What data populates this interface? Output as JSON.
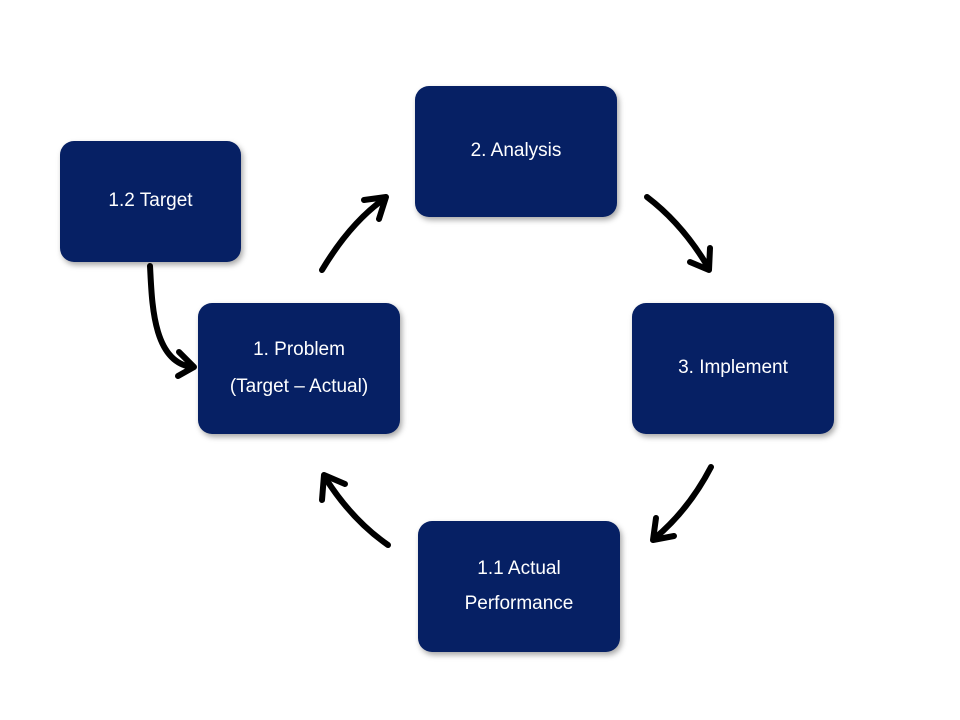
{
  "diagram": {
    "nodes": {
      "target": {
        "label": "1.2 Target"
      },
      "analysis": {
        "label": "2. Analysis"
      },
      "problem": {
        "label": "1. Problem",
        "sublabel": "(Target – Actual)"
      },
      "implement": {
        "label": "3. Implement"
      },
      "actual": {
        "label": "1.1 Actual",
        "sublabel": "Performance"
      }
    },
    "edges": [
      {
        "from": "target",
        "to": "problem"
      },
      {
        "from": "problem",
        "to": "analysis"
      },
      {
        "from": "analysis",
        "to": "implement"
      },
      {
        "from": "implement",
        "to": "actual"
      },
      {
        "from": "actual",
        "to": "problem"
      }
    ],
    "colors": {
      "node_fill": "#062064",
      "node_text": "#ffffff",
      "arrow": "#000000",
      "background": "#ffffff"
    }
  }
}
